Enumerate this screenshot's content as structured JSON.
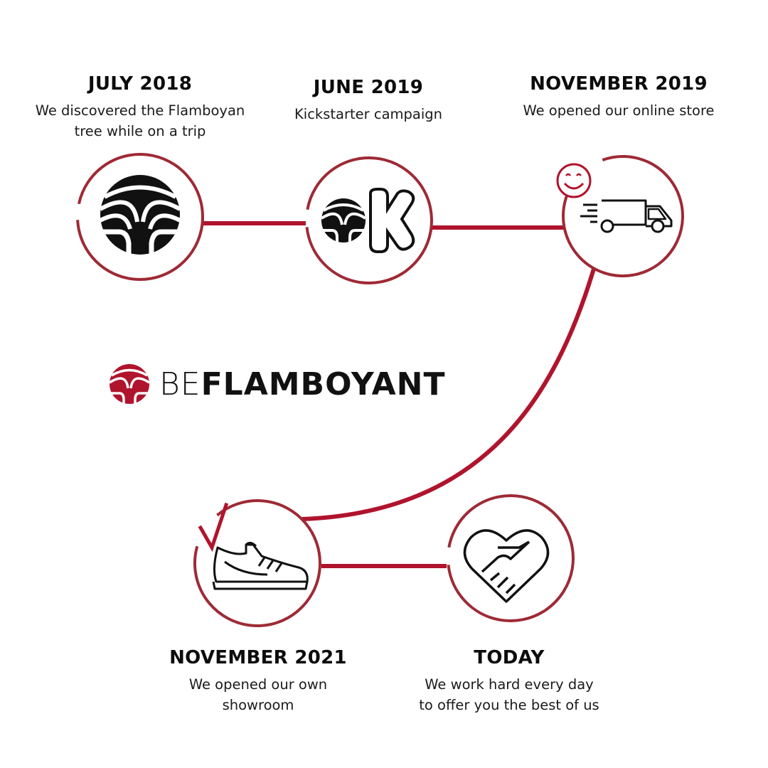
{
  "brand": {
    "prefix": "BE",
    "name": "FLAMBOYANT",
    "accent": "#b0142d",
    "ring": "#9e2a35"
  },
  "milestones": [
    {
      "date": "JULY 2018",
      "line1": "We discovered the Flamboyan",
      "line2": "tree while on a trip",
      "icon": "flamboyan-tree-icon"
    },
    {
      "date": "JUNE 2019",
      "line1": "Kickstarter campaign",
      "line2": "",
      "icon": "kickstarter-icon"
    },
    {
      "date": "NOVEMBER 2019",
      "line1": "We opened our online store",
      "line2": "",
      "icon": "delivery-truck-icon"
    },
    {
      "date": "NOVEMBER 2021",
      "line1": "We opened our own",
      "line2": "showroom",
      "icon": "sneaker-icon"
    },
    {
      "date": "TODAY",
      "line1": "We work hard every day",
      "line2": "to offer you the best of us",
      "icon": "heart-handshake-icon"
    }
  ]
}
